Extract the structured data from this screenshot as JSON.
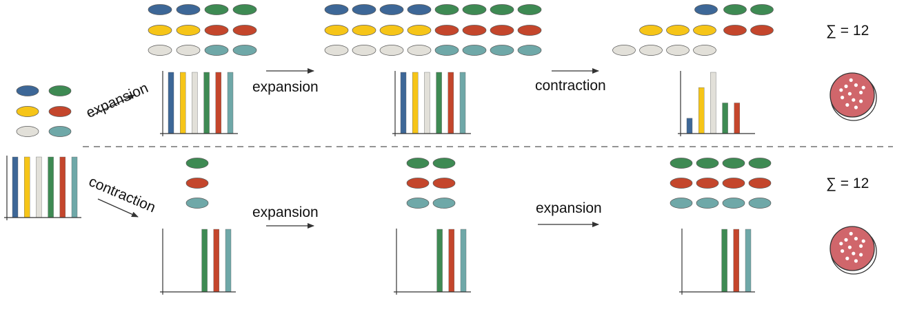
{
  "colors": {
    "blue": "#3d6797",
    "yellow": "#f6c518",
    "grey": "#e2e0d9",
    "green": "#3e8a53",
    "red": "#c4462c",
    "teal": "#6fa8a8",
    "dish": "#d0666b"
  },
  "labels": {
    "top_expansion_diag": "expansion",
    "top_expansion_1": "expansion",
    "top_contraction": "contraction",
    "bottom_contraction_diag": "contraction",
    "bottom_expansion_1": "expansion",
    "bottom_expansion_2": "expansion"
  },
  "sums": {
    "top": "∑ = 12",
    "bottom": "∑ = 12"
  },
  "populations": {
    "initial": {
      "blue": 1,
      "yellow": 1,
      "grey": 1,
      "green": 1,
      "red": 1,
      "teal": 1
    },
    "top_stage1": {
      "blue": 2,
      "yellow": 2,
      "grey": 2,
      "green": 2,
      "red": 2,
      "teal": 2
    },
    "top_stage2": {
      "blue": 4,
      "yellow": 4,
      "grey": 4,
      "green": 4,
      "red": 4,
      "teal": 4
    },
    "top_stage3": {
      "blue": 1,
      "yellow": 3,
      "grey": 4,
      "green": 2,
      "red": 2,
      "teal": 0
    },
    "bottom_stage1": {
      "green": 1,
      "red": 1,
      "teal": 1
    },
    "bottom_stage2": {
      "green": 2,
      "red": 2,
      "teal": 2
    },
    "bottom_stage3": {
      "green": 4,
      "red": 4,
      "teal": 4
    }
  },
  "histograms": {
    "initial": [
      1,
      1,
      1,
      1,
      1,
      1
    ],
    "top_stage1": [
      1,
      1,
      1,
      1,
      1,
      1
    ],
    "top_stage2": [
      1,
      1,
      1,
      1,
      1,
      1
    ],
    "top_stage3": [
      0.25,
      0.75,
      1,
      0.5,
      0.5,
      0
    ],
    "bottom_stage1": [
      0,
      0,
      0,
      1,
      1,
      1
    ],
    "bottom_stage2": [
      0,
      0,
      0,
      1,
      1,
      1
    ],
    "bottom_stage3": [
      0,
      0,
      0,
      1,
      1,
      1
    ]
  }
}
